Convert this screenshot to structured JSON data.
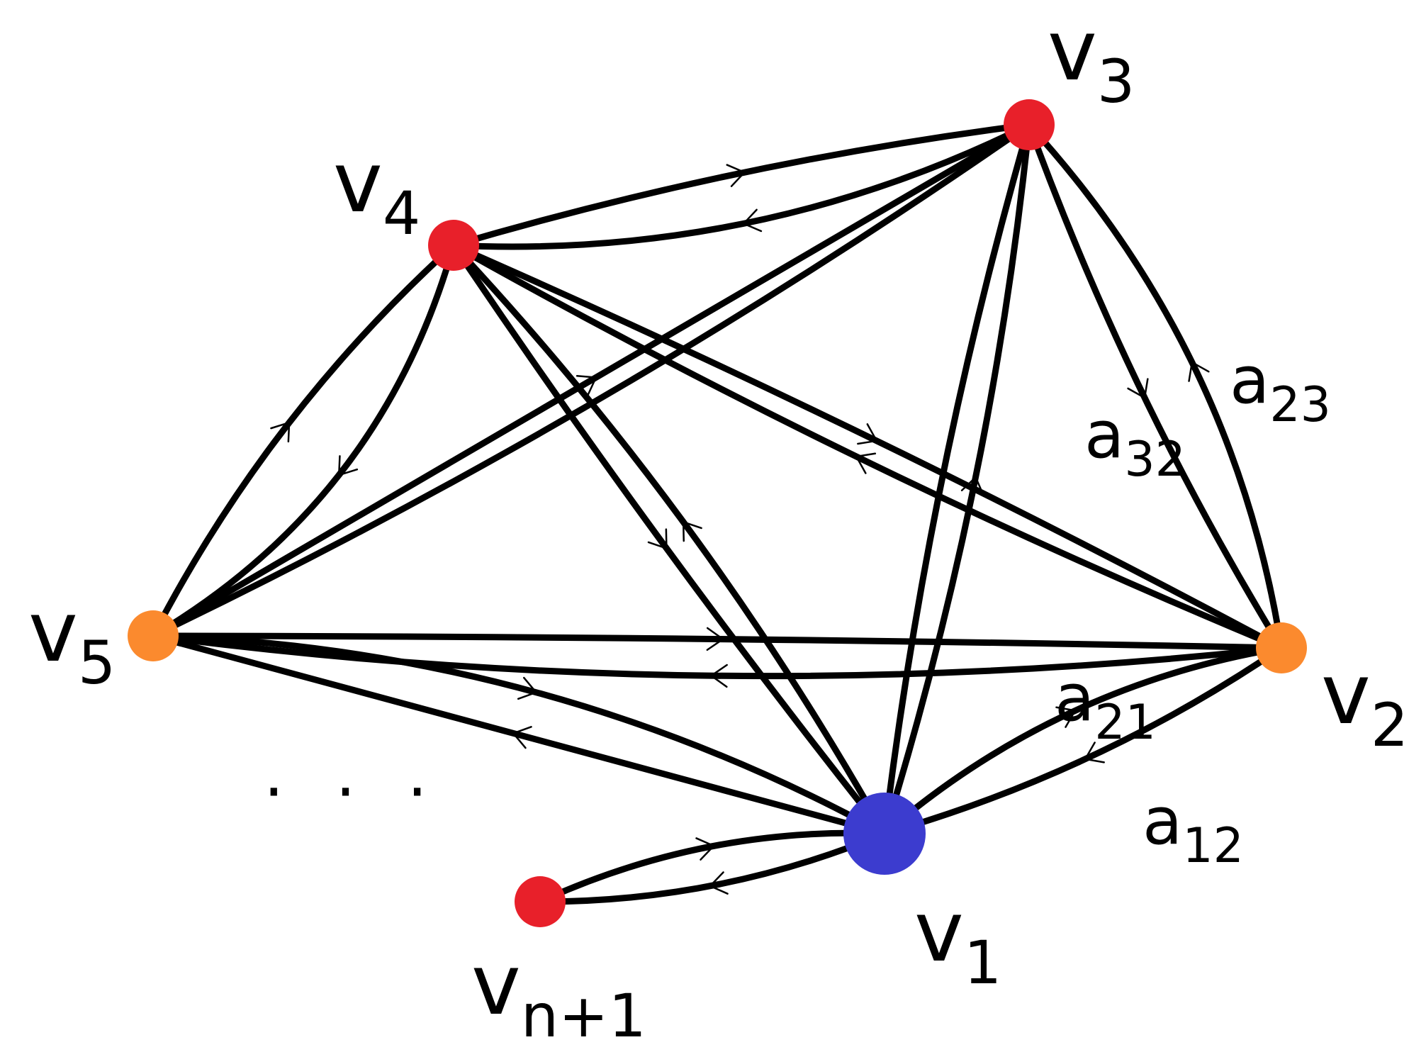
{
  "diagram": {
    "vertices": [
      {
        "id": "v1",
        "base": "v",
        "sub": "1",
        "color": "#3c3ccf"
      },
      {
        "id": "v2",
        "base": "v",
        "sub": "2",
        "color": "#fb8a2e"
      },
      {
        "id": "v3",
        "base": "v",
        "sub": "3",
        "color": "#e8202a"
      },
      {
        "id": "v4",
        "base": "v",
        "sub": "4",
        "color": "#e8202a"
      },
      {
        "id": "v5",
        "base": "v",
        "sub": "5",
        "color": "#fb8a2e"
      },
      {
        "id": "vn1",
        "base": "v",
        "sub": "n+1",
        "color": "#e8202a"
      }
    ],
    "edge_labels": [
      {
        "base": "a",
        "sub": "12"
      },
      {
        "base": "a",
        "sub": "21"
      },
      {
        "base": "a",
        "sub": "23"
      },
      {
        "base": "a",
        "sub": "32"
      }
    ],
    "ellipsis": "· · ·",
    "edge_color": "#000000"
  }
}
